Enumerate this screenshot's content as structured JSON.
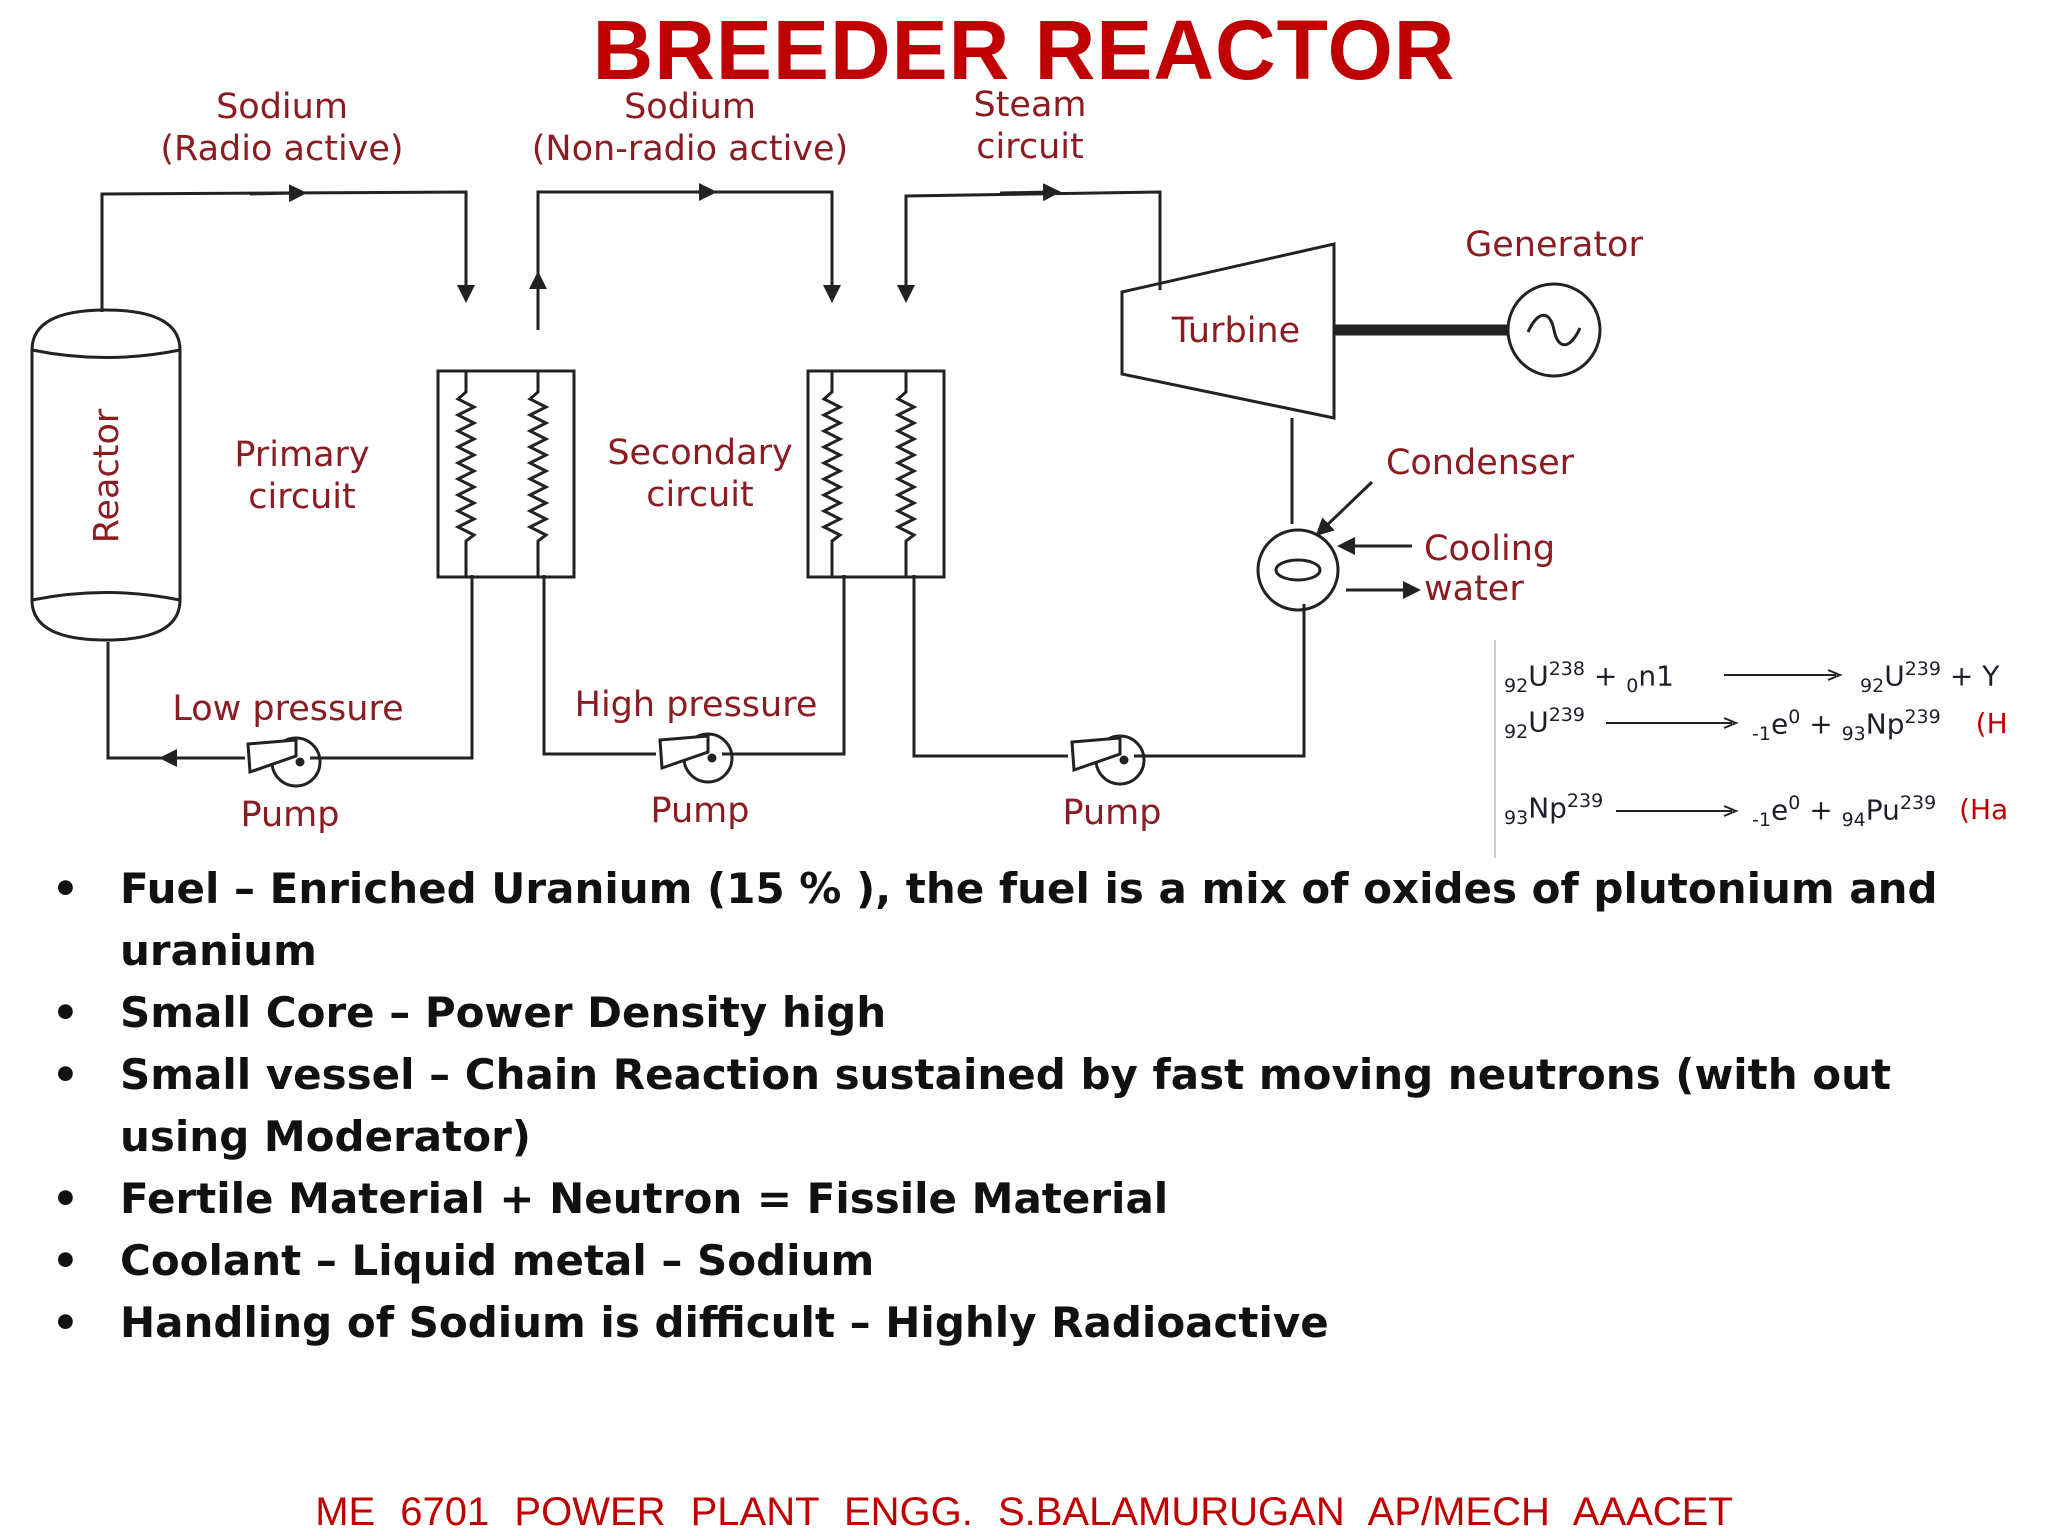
{
  "title": "BREEDER REACTOR",
  "diagram": {
    "labels": {
      "sodium_radioactive_1": "Sodium",
      "sodium_radioactive_2": "(Radio active)",
      "sodium_nonradioactive_1": "Sodium",
      "sodium_nonradioactive_2": "(Non-radio active)",
      "steam_circuit_1": "Steam",
      "steam_circuit_2": "circuit",
      "generator": "Generator",
      "turbine": "Turbine",
      "reactor": "Reactor",
      "primary_circuit_1": "Primary",
      "primary_circuit_2": "circuit",
      "secondary_circuit_1": "Secondary",
      "secondary_circuit_2": "circuit",
      "condenser": "Condenser",
      "cooling_water_1": "Cooling",
      "cooling_water_2": "water",
      "low_pressure": "Low pressure",
      "high_pressure": "High pressure",
      "pump_1": "Pump",
      "pump_2": "Pump",
      "pump_3": "Pump",
      "generator_symbol": "∿"
    }
  },
  "equations": [
    {
      "lhs_pre": "92",
      "lhs_el": "U",
      "lhs_sup": "238",
      "lhs_extra_plus": "+",
      "lhs_extra_pre": "0",
      "lhs_extra": "n1",
      "rhs_pre": "92",
      "rhs_el": "U",
      "rhs_sup": "239",
      "rhs_extra": "+ Y",
      "note": ""
    },
    {
      "lhs_pre": "92",
      "lhs_el": "U",
      "lhs_sup": "239",
      "rhs_a_pre": "-1",
      "rhs_a_el": "e",
      "rhs_a_sup": "0",
      "plus": "+",
      "rhs_b_pre": "93",
      "rhs_b_el": "Np",
      "rhs_b_sup": "239",
      "note": "(H"
    },
    {
      "lhs_pre": "93",
      "lhs_el": "Np",
      "lhs_sup": "239",
      "rhs_a_pre": "-1",
      "rhs_a_el": "e",
      "rhs_a_sup": "0",
      "plus": "+",
      "rhs_b_pre": "94",
      "rhs_b_el": "Pu",
      "rhs_b_sup": "239",
      "note": "(Ha"
    }
  ],
  "bullets": [
    "Fuel – Enriched Uranium (15 % ), the fuel is a mix of oxides of plutonium and uranium",
    "Small Core – Power Density high",
    "Small vessel – Chain Reaction sustained by fast moving neutrons (with out using Moderator)",
    "Fertile Material + Neutron = Fissile Material",
    "Coolant – Liquid metal – Sodium",
    "Handling of Sodium is difficult – Highly Radioactive"
  ],
  "footer": "ME 6701 POWER PLANT ENGG. S.BALAMURUGAN AP/MECH AAACET",
  "colors": {
    "title": "#c00000",
    "diagram_text": "#8a1c22",
    "footer": "#c00000",
    "lines": "#222222"
  }
}
